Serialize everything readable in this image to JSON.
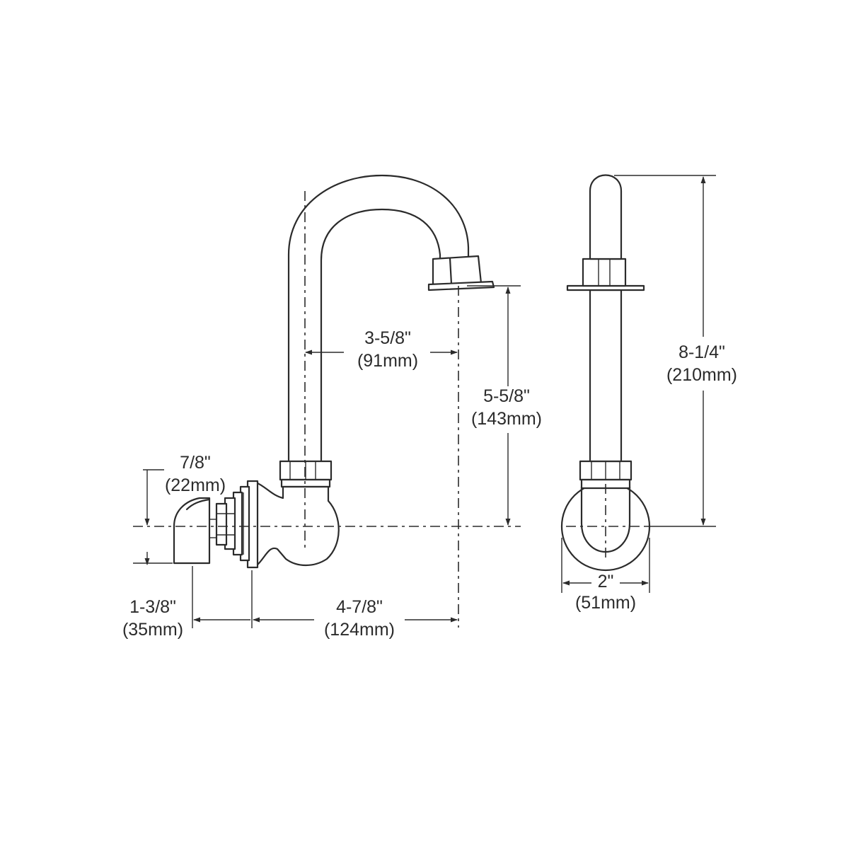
{
  "dimensions": {
    "spout_reach": {
      "imperial": "3-5/8\"",
      "metric": "(91mm)"
    },
    "spout_height": {
      "imperial": "5-5/8\"",
      "metric": "(143mm)"
    },
    "overall_height": {
      "imperial": "8-1/4\"",
      "metric": "(210mm)"
    },
    "inlet_offset": {
      "imperial": "7/8\"",
      "metric": "(22mm)"
    },
    "inlet_depth": {
      "imperial": "1-3/8\"",
      "metric": "(35mm)"
    },
    "wall_to_outlet": {
      "imperial": "4-7/8\"",
      "metric": "(124mm)"
    },
    "body_width": {
      "imperial": "2\"",
      "metric": "(51mm)"
    }
  },
  "colors": {
    "line": "#2b2b2b",
    "background": "#ffffff"
  }
}
